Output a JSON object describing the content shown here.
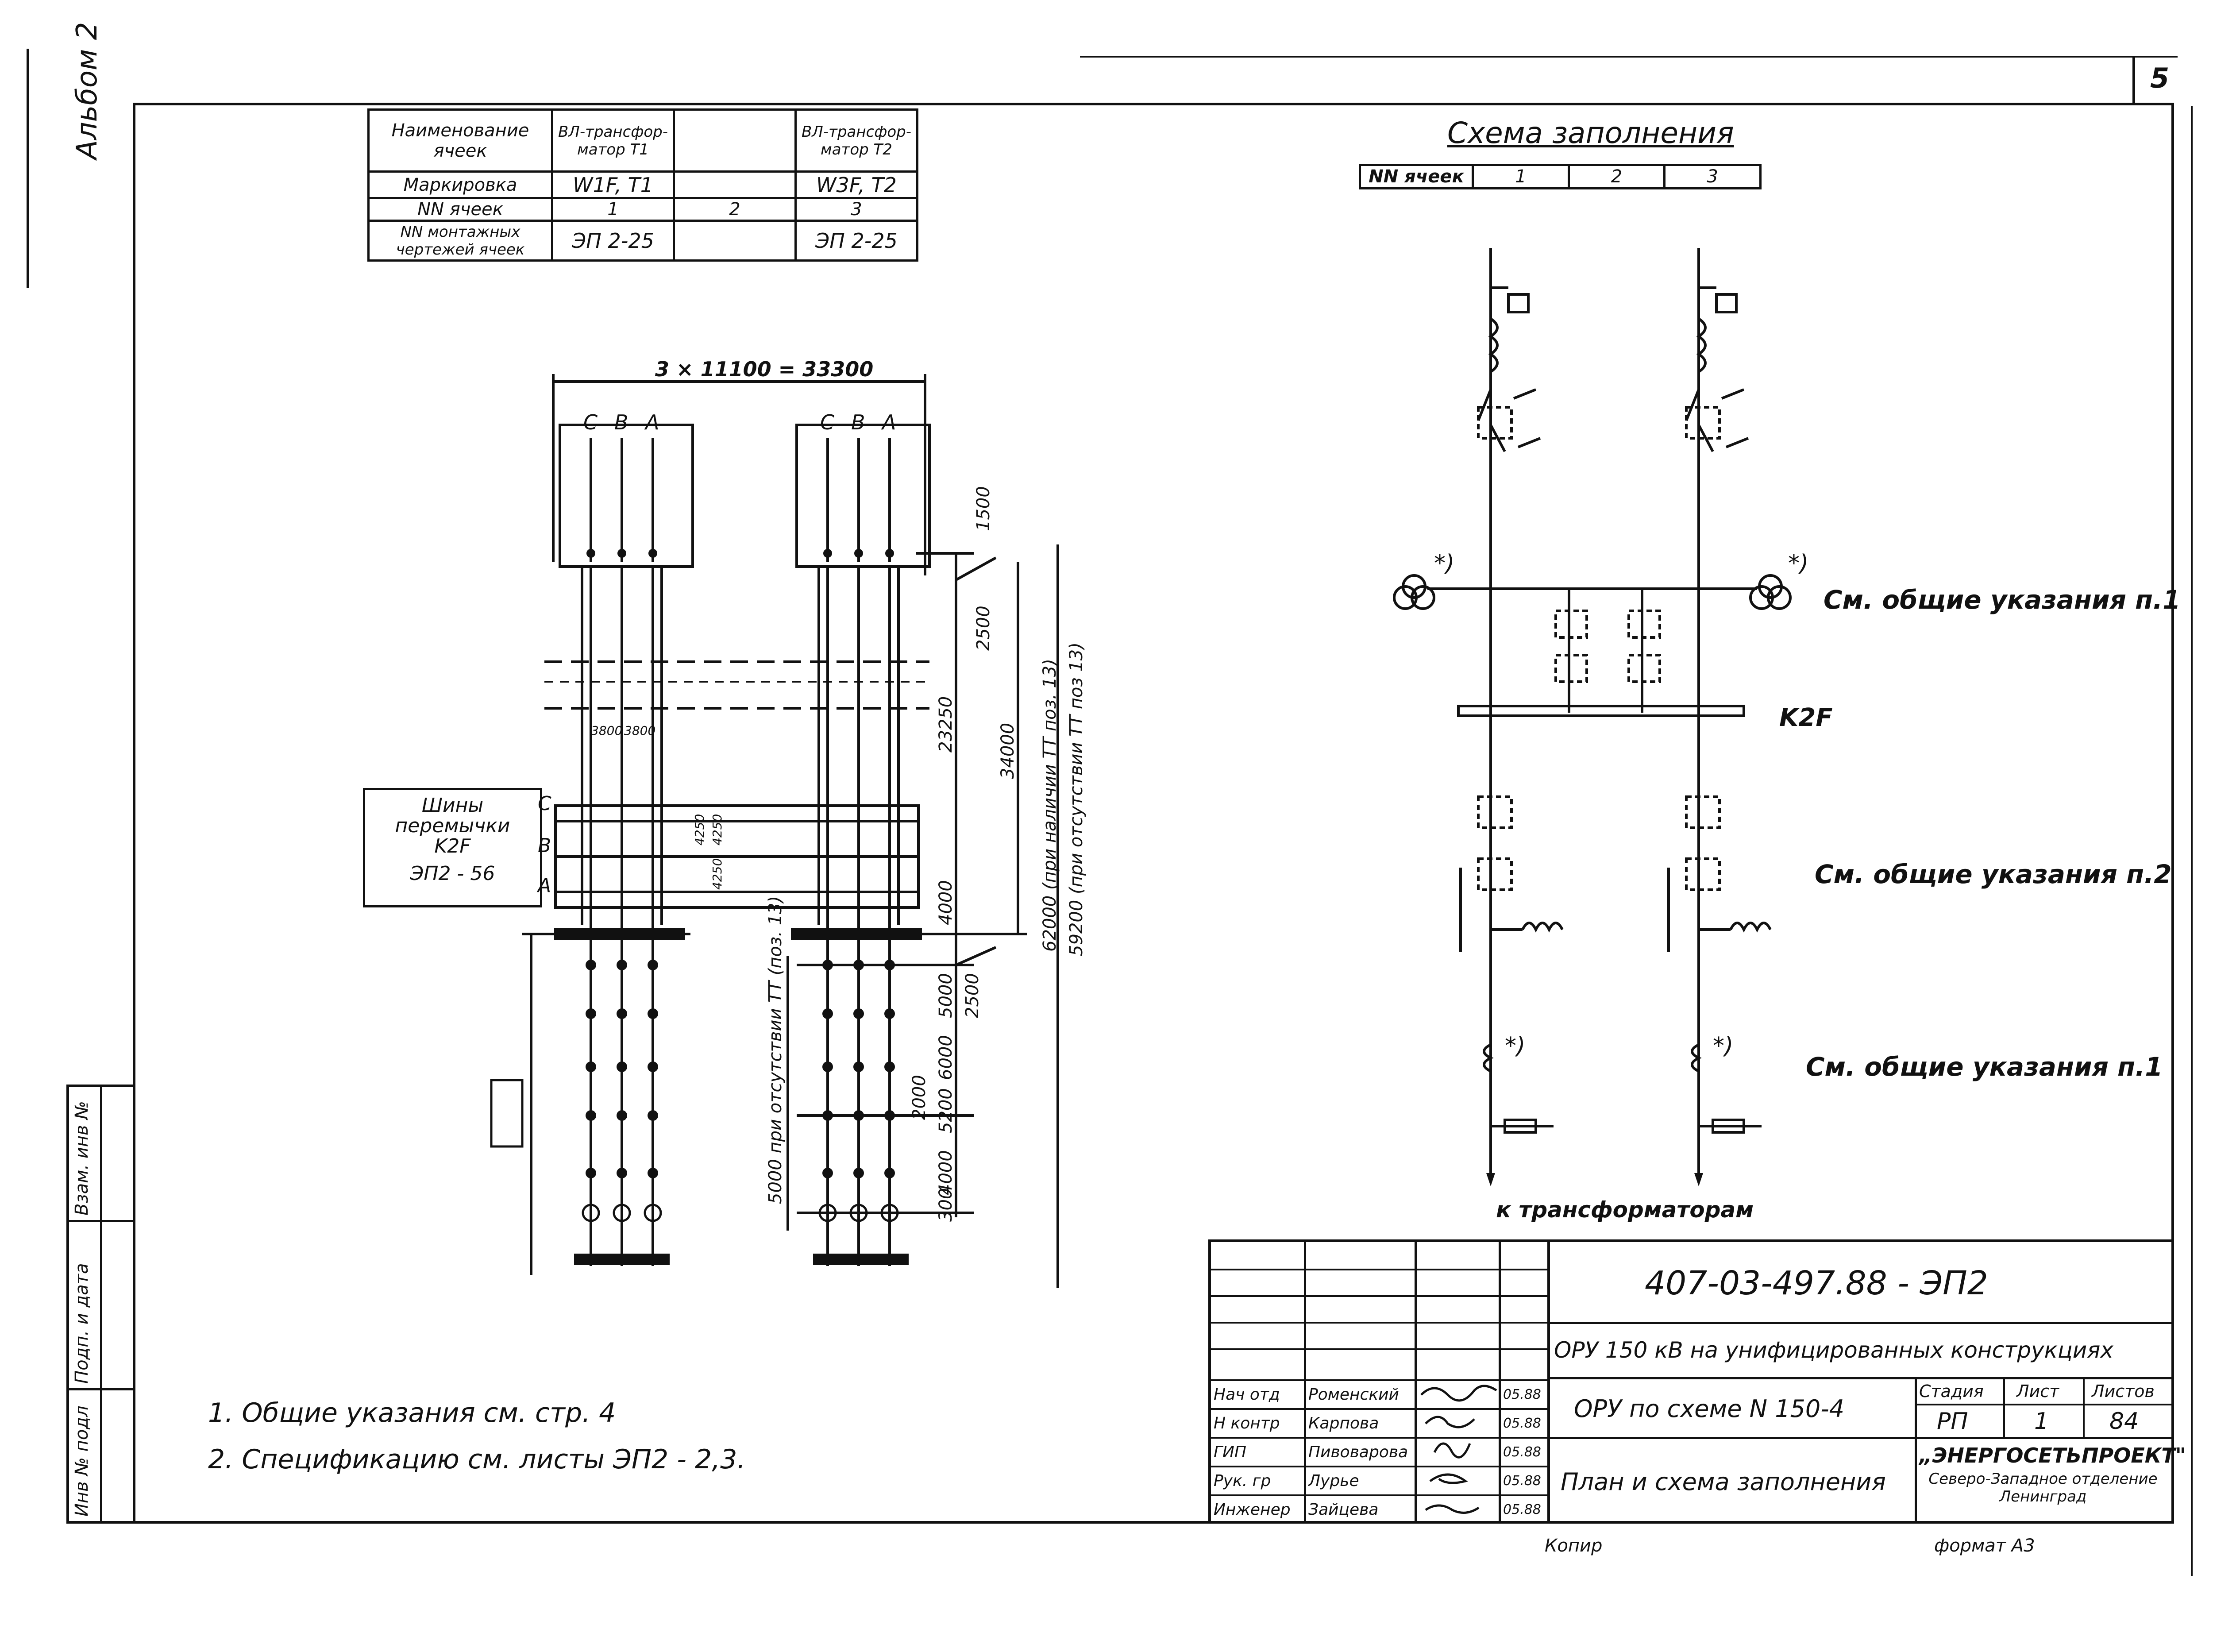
{
  "sheet": {
    "page_number": "5",
    "album": "Альбом 2",
    "copy_label": "Копир",
    "format": "формат А3"
  },
  "cells_table": {
    "row_labels": [
      "Наименование ячеек",
      "Маркировка",
      "NN ячеек",
      "NN монтажных чертежей ячеек"
    ],
    "col1": [
      "ВЛ-трансфор-матор Т1",
      "W1F, T1",
      "1",
      "ЭП 2-25"
    ],
    "col2": [
      "",
      "",
      "2",
      ""
    ],
    "col3": [
      "ВЛ-трансфор-матор Т2",
      "W3F, T2",
      "3",
      "ЭП 2-25"
    ]
  },
  "filling_scheme": {
    "title": "Схема заполнения",
    "cells_label": "NN ячеек",
    "cells": [
      "1",
      "2",
      "3"
    ],
    "note1_top": "См. общие указания п.1",
    "bus_label": "K2F",
    "note2": "См. общие указания п.2",
    "note1_bottom": "См. общие указания п.1",
    "to_transformers": "к трансформаторам",
    "star_marks": [
      "*)",
      "*)",
      "*)",
      "*)"
    ]
  },
  "plan": {
    "overall_dim": "3 × 11100 = 33300",
    "phases": [
      "C",
      "B",
      "A"
    ],
    "bus_box": [
      "Шины",
      "перемычки",
      "K2F",
      "ЭП2 - 56"
    ],
    "bus_phases": [
      "C",
      "B",
      "A"
    ],
    "dims_vertical": [
      "1500",
      "2500",
      "23250",
      "34000",
      "4000",
      "5000",
      "2500",
      "6000",
      "5200",
      "2000",
      "4000",
      "300"
    ],
    "dims_small": [
      "3800",
      "3800",
      "4250",
      "4250",
      "4250"
    ],
    "dim_62000": "62000 (при наличии ТТ поз. 13)",
    "dim_59200": "59200 (при отсутствии ТТ поз 13)",
    "dim_5000_note": "5000 при отсутствии ТТ (поз. 13)"
  },
  "notes": [
    "1. Общие указания см. стр. 4",
    "2. Спецификацию см. листы ЭП2 - 2,3."
  ],
  "left_strip": [
    "Инв № подл",
    "Подп. и дата",
    "Взам. инв №"
  ],
  "stamp": {
    "doc_code": "407-03-497.88 - ЭП2",
    "project": "ОРУ 150 кВ на унифицированных конструкциях",
    "scheme": "ОРУ по схеме N 150-4",
    "sheet_title": "План и схема заполнения",
    "stage_hdr": "Стадия",
    "sheet_hdr": "Лист",
    "sheets_hdr": "Листов",
    "stage": "РП",
    "sheet": "1",
    "sheets": "84",
    "org": "„ЭНЕРГОСЕТЬПРОЕКТ\"",
    "org_sub": "Северо-Западное отделение Ленинград",
    "people": [
      {
        "role": "Нач отд",
        "name": "Роменский",
        "date": "05.88"
      },
      {
        "role": "Н контр",
        "name": "Карпова",
        "date": "05.88"
      },
      {
        "role": "ГИП",
        "name": "Пивоварова",
        "date": "05.88"
      },
      {
        "role": "Рук. гр",
        "name": "Лурье",
        "date": "05.88"
      },
      {
        "role": "Инженер",
        "name": "Зайцева",
        "date": "05.88"
      }
    ]
  }
}
